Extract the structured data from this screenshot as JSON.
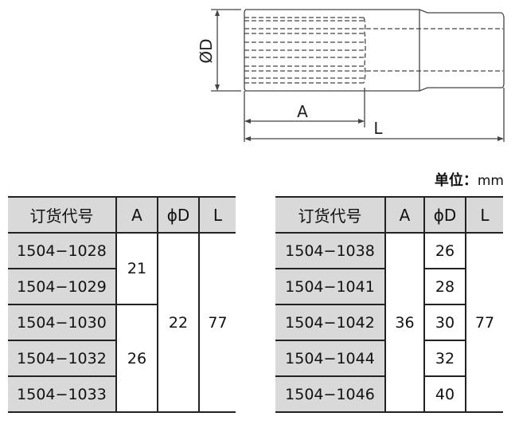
{
  "drawing": {
    "label_diameter": "ØD",
    "label_a": "A",
    "label_l": "L"
  },
  "unit": {
    "label": "单位：",
    "value": "mm"
  },
  "headers": [
    "订货代号",
    "A",
    "ϕD",
    "L"
  ],
  "table1": {
    "codes": [
      "1504−1028",
      "1504−1029",
      "1504−1030",
      "1504−1032",
      "1504−1033"
    ],
    "a": [
      "21",
      "26"
    ],
    "d": "22",
    "l": "77"
  },
  "table2": {
    "codes": [
      "1504−1038",
      "1504−1041",
      "1504−1042",
      "1504−1044",
      "1504−1046"
    ],
    "a": "36",
    "d": [
      "26",
      "28",
      "30",
      "32",
      "40"
    ],
    "l": "77"
  }
}
